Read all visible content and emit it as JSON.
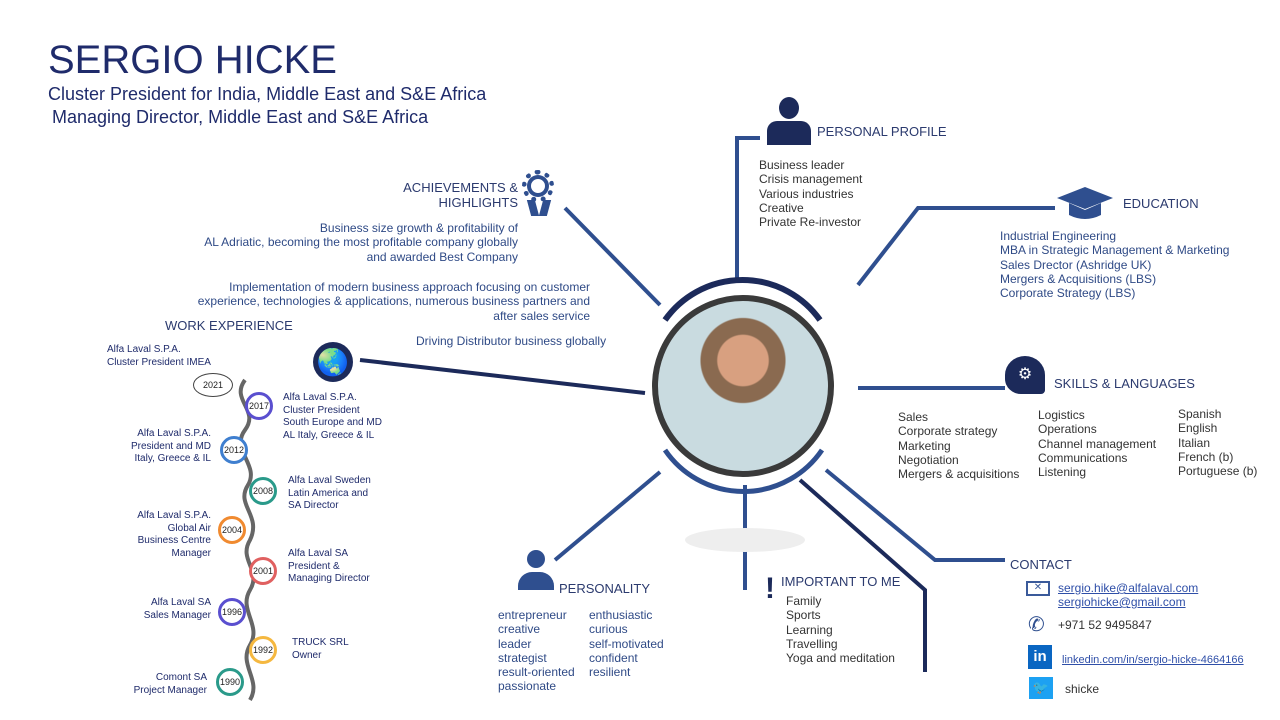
{
  "header": {
    "name": "SERGIO HICKE",
    "subtitle1": "Cluster President for India, Middle East and S&E Africa",
    "subtitle2": "Managing Director, Middle East and S&E Africa"
  },
  "personal_profile": {
    "title": "PERSONAL PROFILE",
    "items": [
      "Business leader",
      "Crisis management",
      "Various industries",
      "Creative",
      "Private Re-investor"
    ]
  },
  "education": {
    "title": "EDUCATION",
    "items": [
      "Industrial Engineering",
      "MBA in Strategic Management & Marketing",
      "Sales Drector (Ashridge UK)",
      "Mergers & Acquisitions (LBS)",
      "Corporate Strategy (LBS)"
    ]
  },
  "skills": {
    "title": "SKILLS & LANGUAGES",
    "col1": [
      "Sales",
      "Corporate strategy",
      "Marketing",
      "Negotiation",
      "Mergers & acquisitions"
    ],
    "col2": [
      "Logistics",
      "Operations",
      "Channel management",
      "Communications",
      "Listening"
    ],
    "col3": [
      "Spanish",
      "English",
      "Italian",
      "French (b)",
      "Portuguese (b)"
    ]
  },
  "contact": {
    "title": "CONTACT",
    "email1": "sergio.hike@alfalaval.com",
    "email2": "sergiohicke@gmail.com",
    "phone": "+971 52 9495847",
    "linkedin": "linkedin.com/in/sergio-hicke-4664166",
    "twitter": "shicke"
  },
  "important": {
    "title": "IMPORTANT TO ME",
    "items": [
      "Family",
      "Sports",
      "Learning",
      "Travelling",
      "Yoga and meditation"
    ]
  },
  "personality": {
    "title": "PERSONALITY",
    "col1": [
      "entrepreneur",
      "creative",
      "leader",
      "strategist",
      "result-oriented",
      "passionate"
    ],
    "col2": [
      "enthusiastic",
      "curious",
      "self-motivated",
      "confident",
      "resilient"
    ]
  },
  "achievements": {
    "title1": "ACHIEVEMENTS &",
    "title2": "HIGHLIGHTS",
    "p1": [
      "Business size growth & profitability of",
      "AL Adriatic, becoming the most profitable company globally",
      "and awarded Best Company"
    ],
    "p2": [
      "Implementation of modern business approach focusing on customer",
      "experience, technologies & applications, numerous business partners and",
      "after sales service"
    ],
    "p3": "Driving Distributor business globally"
  },
  "work": {
    "title": "WORK EXPERIENCE",
    "entries": [
      {
        "year": "2021",
        "text": [
          "Alfa Laval S.P.A.",
          "Cluster President IMEA"
        ],
        "color": "#444444"
      },
      {
        "year": "2017",
        "text": [
          "Alfa Laval S.P.A.",
          "Cluster President",
          "South Europe and MD",
          "AL Italy, Greece & IL"
        ],
        "color": "#5a4fcf"
      },
      {
        "year": "2012",
        "text": [
          "Alfa Laval S.P.A.",
          "President and MD",
          "Italy, Greece & IL"
        ],
        "color": "#3f7fcf"
      },
      {
        "year": "2008",
        "text": [
          "Alfa Laval Sweden",
          "Latin America and",
          "SA Director"
        ],
        "color": "#2a9a8a"
      },
      {
        "year": "2004",
        "text": [
          "Alfa Laval S.P.A.",
          "Global Air",
          "Business Centre",
          "Manager"
        ],
        "color": "#f08a30"
      },
      {
        "year": "2001",
        "text": [
          "Alfa Laval SA",
          "President &",
          "Managing Director"
        ],
        "color": "#e06060"
      },
      {
        "year": "1996",
        "text": [
          "Alfa Laval SA",
          "Sales Manager"
        ],
        "color": "#5a4fcf"
      },
      {
        "year": "1992",
        "text": [
          "TRUCK  SRL",
          "Owner"
        ],
        "color": "#f5b840"
      },
      {
        "year": "1990",
        "text": [
          "Comont SA",
          "Project Manager"
        ],
        "color": "#2a9a8a"
      }
    ]
  }
}
